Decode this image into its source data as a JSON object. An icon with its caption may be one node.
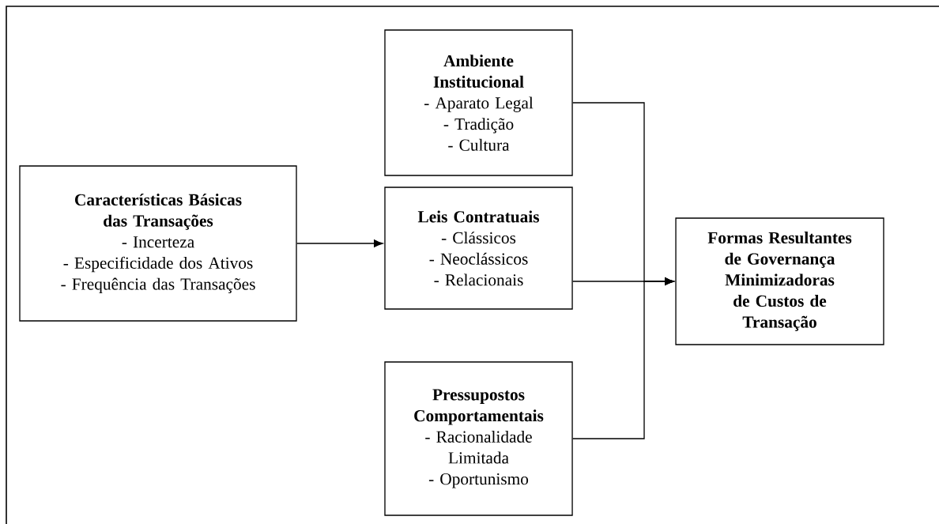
{
  "diagram": {
    "nodes": [
      {
        "text": [
          "Ambiente Institucional",
          "- Aparato Legal",
          "- Tradição",
          "- Cultura"
        ]
      },
      {
        "text": [
          "Características Básicas das Transações",
          "- Incerteza",
          "- Especificidade dos Ativos",
          "- Frequência das Transações"
        ]
      },
      {
        "text": [
          "Leis Contratuais",
          "- Clássicos",
          "- Neoclássicos",
          "- Relacionais"
        ]
      },
      {
        "text": [
          "Formas Resultantes de Governança Minimizadoras de Custos de Transação"
        ]
      },
      {
        "text": [
          "Pressupostos Comportamentais",
          "- Racionalidade Limitada",
          "- Oportunismo"
        ]
      }
    ],
    "edges": [
      {
        "from": 1,
        "to": 2,
        "arrow": "to"
      },
      {
        "from": 0,
        "to": 3,
        "arrow": "to"
      },
      {
        "from": 2,
        "to": 3,
        "arrow": "to"
      },
      {
        "from": 4,
        "to": 3,
        "arrow": "to"
      }
    ]
  }
}
